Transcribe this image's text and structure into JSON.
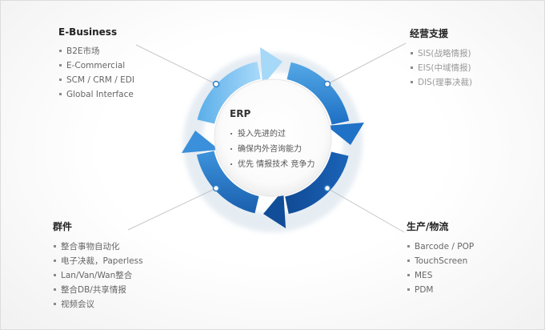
{
  "center": {
    "title": "ERP",
    "items": [
      "投入先进的过",
      "确保内外咨询能力",
      "优先 情报技术 竞争力"
    ]
  },
  "top_left": {
    "title": "E-Business",
    "items": [
      "B2E市场",
      "E-Commercial",
      "SCM / CRM / EDI",
      "Global Interface"
    ]
  },
  "top_right": {
    "title": "经营支援",
    "items": [
      "SIS(战略情报)",
      "EIS(中域情报)",
      "DIS(理事决裁)"
    ]
  },
  "bottom_left": {
    "title": "群件",
    "items": [
      "整合事物自动化",
      "电子决裁，Paperless",
      "Lan/Van/Wan整合",
      "整合DB/共享情报",
      "视频会议"
    ]
  },
  "bottom_right": {
    "title": "生产/物流",
    "items": [
      "Barcode / POP",
      "TouchScreen",
      "MES",
      "PDM"
    ]
  },
  "colors": {
    "arc_light": "#8ec9f2",
    "arc_mid": "#2f8ad3",
    "arc_dark": "#12509e",
    "connector": "#c8c8c8"
  }
}
